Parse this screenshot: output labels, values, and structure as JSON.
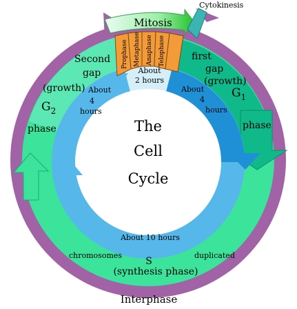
{
  "center": {
    "line1": "The",
    "line2": "Cell",
    "line3": "Cycle"
  },
  "mitosis": {
    "title": "Mitosis",
    "phases": [
      "Prophase",
      "Metaphase",
      "Anaphase",
      "Telophase"
    ]
  },
  "cytokinesis": "Cytokinesis",
  "interphase": "Interphase",
  "g1": {
    "line1": "first",
    "line2": "gap",
    "line3": "(growth)",
    "symbol": "G",
    "sub": "1",
    "line5": "phase"
  },
  "g2": {
    "line1": "Second",
    "line2": "gap",
    "line3": "(growth)",
    "symbol": "G",
    "sub": "2",
    "line5": "phase"
  },
  "s_phase": {
    "letter": "S",
    "name": "(synthesis phase)",
    "left_note": "chromosomes",
    "right_note": "duplicated"
  },
  "durations": {
    "top": {
      "line1": "About",
      "line2": "2 hours"
    },
    "g1": {
      "line1": "About",
      "line2": "4",
      "line3": "hours"
    },
    "g2": {
      "line1": "About",
      "line2": "4",
      "line3": "hours"
    },
    "s": "About 10 hours"
  },
  "colors": {
    "outer_ring": "#a163a6",
    "middle_ring": "#3be39b",
    "inner_ring_blue": "#56b8ea",
    "inner_ring_dark_blue": "#1f8fd6",
    "g1_sector": "#10b989",
    "mitosis_orange": "#f39a39",
    "cytokinesis": "#3ab5b1"
  }
}
